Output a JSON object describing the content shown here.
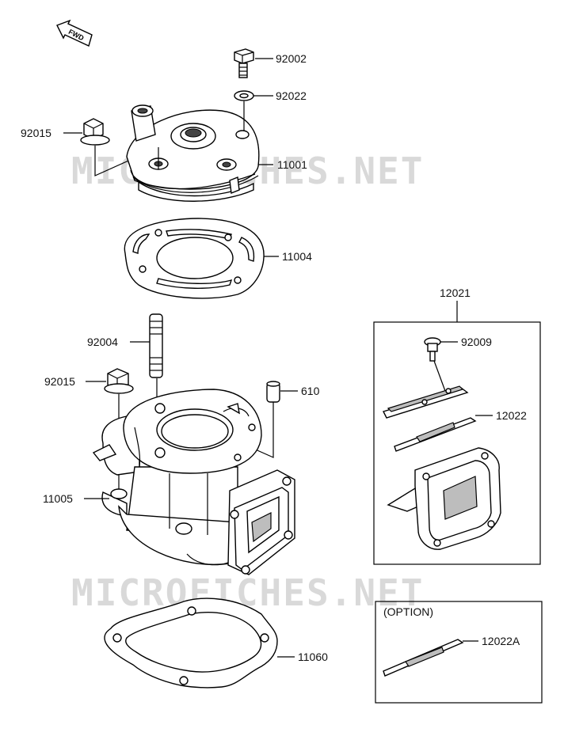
{
  "watermark": "MICROFICHES.NET",
  "fwd_arrow": {
    "label": "FWD"
  },
  "callouts": {
    "p92002": "92002",
    "p92022": "92022",
    "p92015a": "92015",
    "p11001": "11001",
    "p11004": "11004",
    "p92004": "92004",
    "p92015b": "92015",
    "p610": "610",
    "p11005": "11005",
    "p11060": "11060",
    "p12021": "12021",
    "p92009": "92009",
    "p12022": "12022",
    "p12022A": "12022A"
  },
  "option_box": {
    "title": "(OPTION)"
  }
}
